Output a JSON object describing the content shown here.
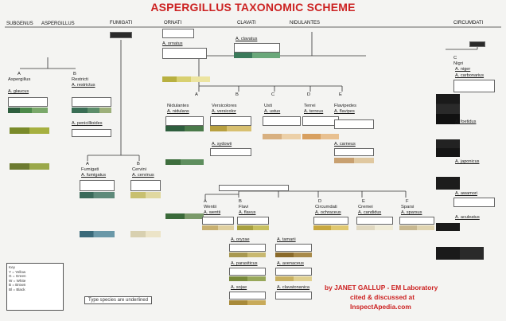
{
  "title": "ASPERGILLUS TAXONOMIC SCHEME",
  "headers": {
    "subgenus": "SUBGENUS",
    "aspergillus": "ASPERGILLUS",
    "fumigati": "FUMIGATI",
    "ornati": "ORNATI",
    "clavati": "CLAVATI",
    "nidulantes": "NIDULANTES",
    "circumdati": "CIRCUMDATI"
  },
  "sections": {
    "a": "A",
    "aspergillus_species": "Aspergillus",
    "b": "B",
    "restricti": "Restricti",
    "sect_a": "A",
    "nidulantes": "Nidulantes",
    "b2": "B",
    "versicolores": "Versicolores",
    "c": "C",
    "usti": "Usti",
    "d": "D",
    "terrei": "Terrei",
    "e": "E",
    "flavipedes": "Flavipedes",
    "fumigati_a": "A",
    "fumigati": "Fumigati",
    "cervini_b": "B",
    "cervini": "Cervini",
    "circ_c": "C",
    "nigri": "Nigri",
    "circ_a": "A",
    "wentii": "Wentii",
    "circ_b": "B",
    "flavi": "Flavi",
    "circ_d": "D",
    "circumdati": "Circumdati",
    "circ_e": "E",
    "cremei": "Cremei",
    "circ_f": "F",
    "sparsi": "Sparsi"
  },
  "species": {
    "glaucus": "A. glaucus",
    "restrictus": "A. restrictus",
    "penicillioides": "A. penicillioides",
    "ornatus": "A. ornatus",
    "clavatus": "A. clavatus",
    "nidulans": "A. nidulans",
    "versicolor": "A. versicolor",
    "sydowii": "A. sydowii",
    "ustus": "A. ustus",
    "terreus": "A. terreus",
    "flavipes": "A. flavipes",
    "carneus": "A. carneus",
    "fumigatus": "A. fumigatus",
    "cervinus": "A. cervinus",
    "niger": "A. niger",
    "carbonarius": "A. carbonarius",
    "foetidus": "A. foetidus",
    "japonicus": "A. japonicus",
    "wentii": "A. wentii",
    "flavus": "A. flavus",
    "ochraceus": "A. ochraceus",
    "candidus": "A. candidus",
    "sparsus": "A. sparsus",
    "tamarii": "A. tamarii",
    "oryzae": "A. oryzae",
    "parasiticus": "A. parasiticus",
    "sojae": "A. sojae",
    "avenaceus": "A. avenaceus",
    "awamori": "A. awamori",
    "clavatonanica": "A. clavatonanica",
    "aculeatus": "A. aculeatus"
  },
  "key": {
    "title": "Key",
    "lines": [
      "Y = Yellow",
      "G = Green",
      "W = White",
      "B = Brown",
      "Bl = Black"
    ]
  },
  "type_note": "Type species are underlined",
  "credit": {
    "line1": "by JANET GALLUP - EM Laboratory",
    "line2": "cited & discussed at",
    "line3": "InspectApedia.com"
  },
  "colors": {
    "title": "#cc2222",
    "credit": "#cc2222",
    "line": "#333333"
  }
}
